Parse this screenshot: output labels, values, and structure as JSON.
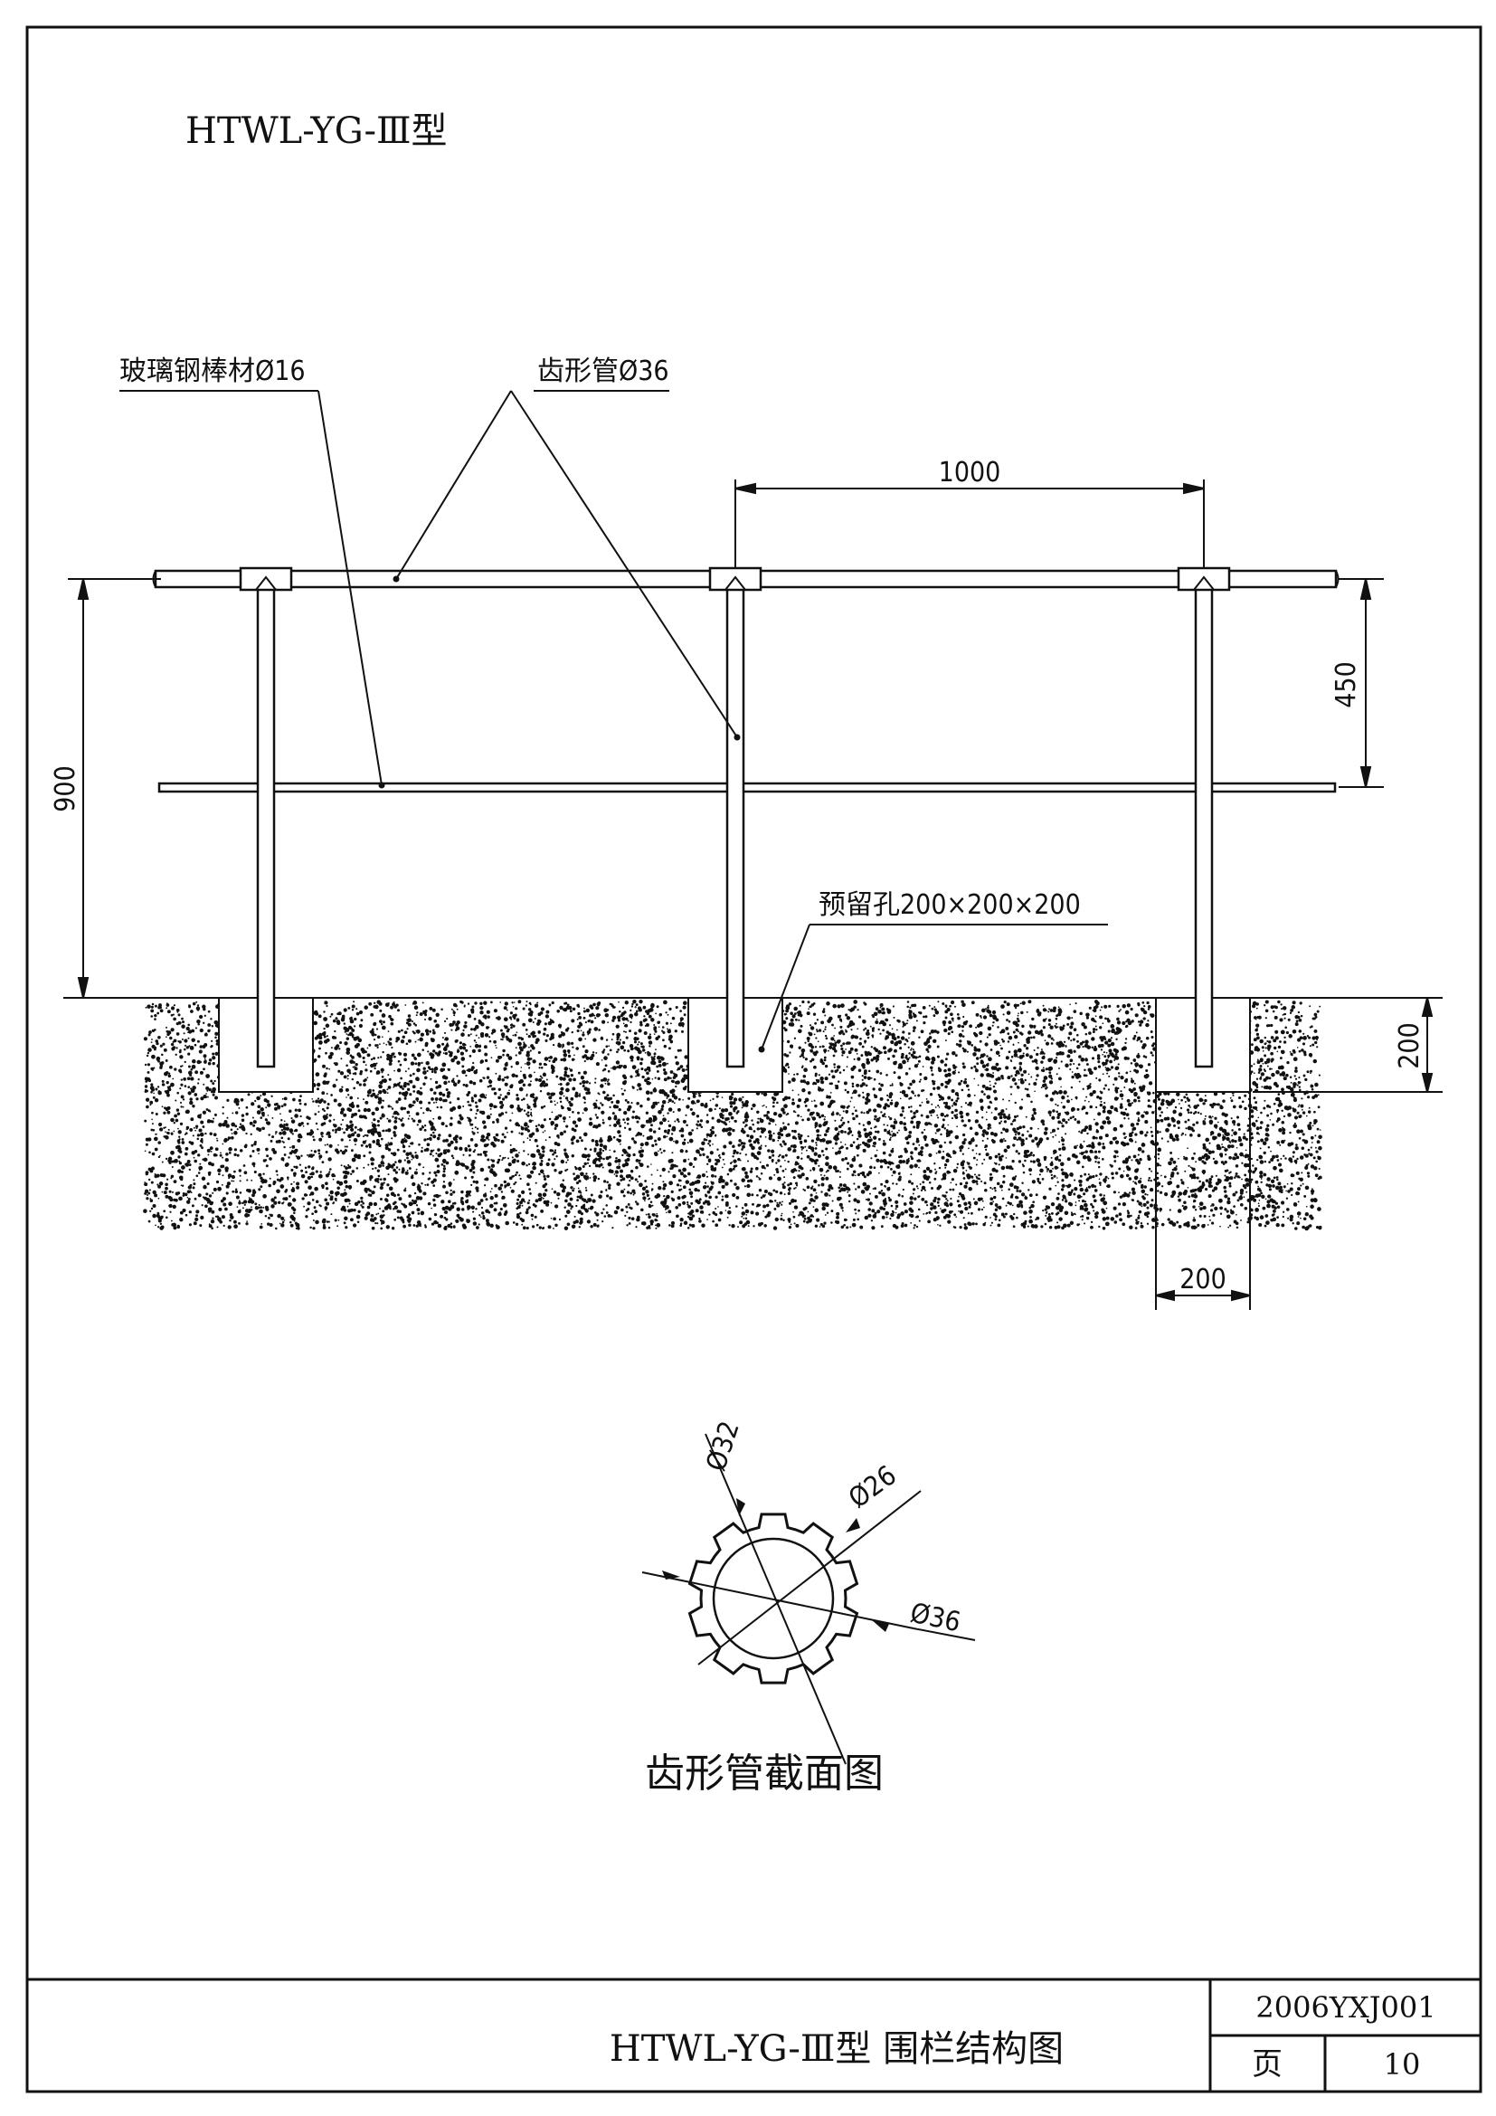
{
  "drawing": {
    "model_title": "HTWL-YG-Ⅲ型",
    "labels": {
      "frp_rod": "玻璃钢棒材Ø16",
      "toothed_pipe": "齿形管Ø36",
      "reserved_hole": "预留孔200×200×200"
    },
    "dimensions": {
      "post_spacing": "1000",
      "total_height": "900",
      "rail_gap": "450",
      "embed_depth": "200",
      "hole_width": "200"
    },
    "section": {
      "title": "齿形管截面图",
      "d_outer": "Ø36",
      "d_mid": "Ø32",
      "d_inner": "Ø26"
    }
  },
  "title_block": {
    "drawing_name": "HTWL-YG-Ⅲ型 围栏结构图",
    "code": "2006YXJ001",
    "page_label": "页",
    "page_number": "10"
  }
}
